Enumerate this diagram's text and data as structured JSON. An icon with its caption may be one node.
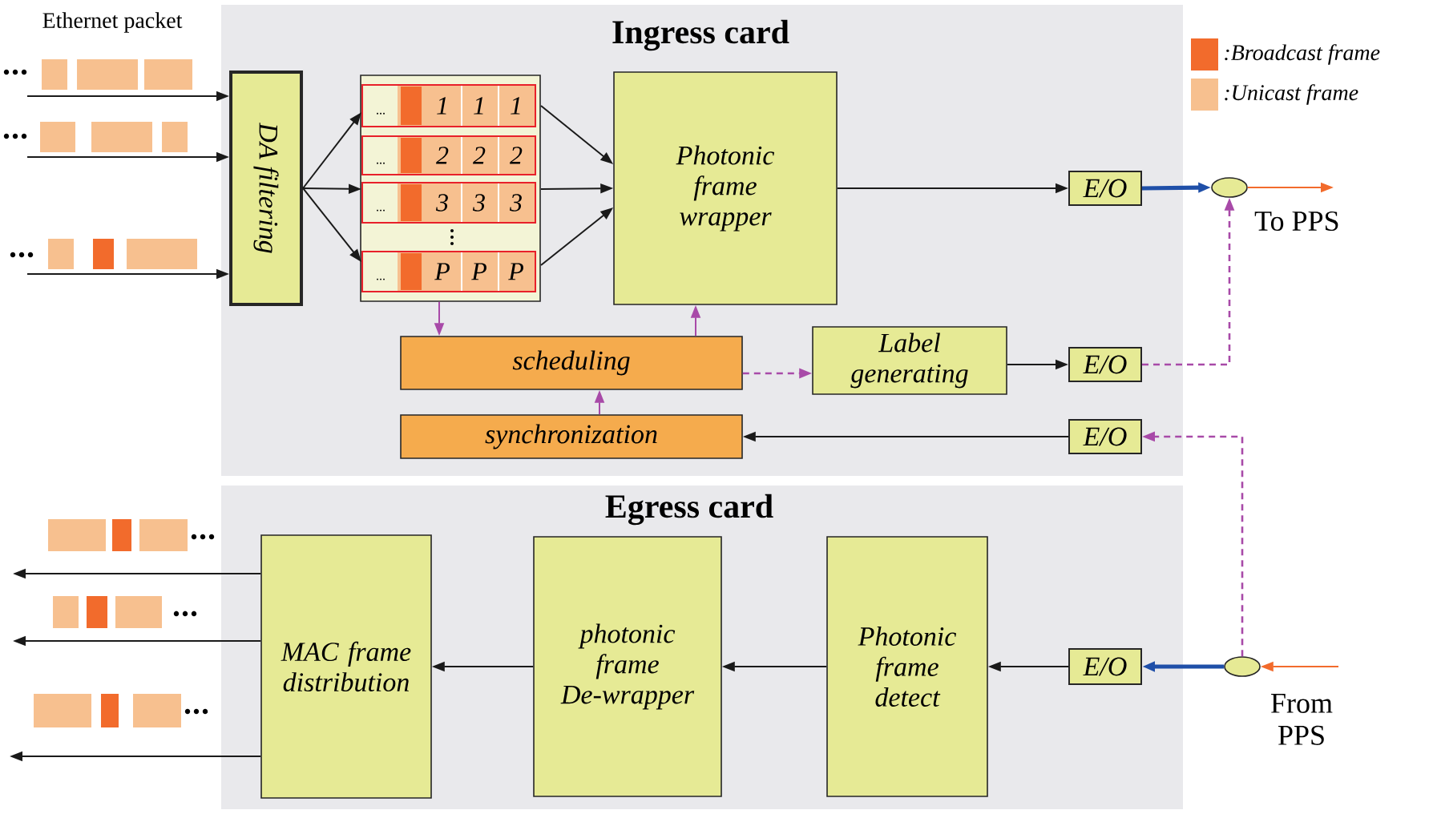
{
  "diagram": {
    "nodes": [
      {
        "text": [
          "Ingress card"
        ]
      },
      {
        "text": [
          "DA filtering"
        ],
        "in": 0
      },
      {
        "text": [],
        "shape": "box",
        "in": 0
      },
      {
        "text": [
          "...",
          "1",
          "1",
          "1"
        ],
        "in": 2
      },
      {
        "text": [
          "...",
          "2",
          "2",
          "2"
        ],
        "in": 2
      },
      {
        "text": [
          "...",
          "3",
          "3",
          "3"
        ],
        "in": 2
      },
      {
        "text": [
          "...",
          "P",
          "P",
          "P"
        ],
        "in": 2
      },
      {
        "text": [
          "Photonic frame wrapper"
        ],
        "in": 0
      },
      {
        "text": [
          "scheduling"
        ],
        "in": 0
      },
      {
        "text": [
          "synchronization"
        ],
        "in": 0
      },
      {
        "text": [
          "Label generating"
        ],
        "in": 0
      },
      {
        "text": [
          "E/O"
        ],
        "in": 0
      },
      {
        "text": [
          "E/O"
        ],
        "in": 0
      },
      {
        "text": [
          "E/O"
        ],
        "in": 0
      },
      {
        "text": [],
        "shape": "circle",
        "beside": [
          "To PPS"
        ]
      },
      {
        "text": [
          "Egress card"
        ]
      },
      {
        "text": [
          "MAC frame distribution"
        ],
        "in": 15
      },
      {
        "text": [
          "photonic frame De-wrapper"
        ],
        "in": 15
      },
      {
        "text": [
          "Photonic frame detect"
        ],
        "in": 15
      },
      {
        "text": [
          "E/O"
        ],
        "in": 15
      },
      {
        "text": [],
        "shape": "circle",
        "beside": [
          "From PPS"
        ]
      }
    ],
    "edges": [
      {
        "from": null,
        "to": 1,
        "arrow": "to"
      },
      {
        "from": null,
        "to": 1,
        "arrow": "to"
      },
      {
        "from": null,
        "to": 1,
        "arrow": "to"
      },
      {
        "from": 1,
        "to": 3,
        "arrow": "to"
      },
      {
        "from": 1,
        "to": 5,
        "arrow": "to"
      },
      {
        "from": 1,
        "to": 6,
        "arrow": "to"
      },
      {
        "from": 3,
        "to": 7,
        "arrow": "to"
      },
      {
        "from": 5,
        "to": 7,
        "arrow": "to"
      },
      {
        "from": 6,
        "to": 7,
        "arrow": "to"
      },
      {
        "from": 2,
        "to": 8,
        "arrow": "to",
        "color": "#a84aa8"
      },
      {
        "from": 8,
        "to": 7,
        "arrow": "to",
        "color": "#a84aa8"
      },
      {
        "from": 9,
        "to": 8,
        "arrow": "to",
        "color": "#a84aa8"
      },
      {
        "from": 8,
        "to": 10,
        "arrow": "to",
        "style": "dashed",
        "color": "#a84aa8"
      },
      {
        "from": 10,
        "to": 12,
        "arrow": "to"
      },
      {
        "from": 7,
        "to": 11,
        "arrow": "to"
      },
      {
        "from": 11,
        "to": 14,
        "arrow": "to",
        "style": "thick",
        "color": "#1f4fa8"
      },
      {
        "from": 14,
        "to": null,
        "arrow": "to",
        "color": "#f26b2c"
      },
      {
        "from": 12,
        "to": 14,
        "arrow": "to",
        "style": "dashed",
        "color": "#a84aa8"
      },
      {
        "from": 20,
        "to": 13,
        "arrow": "to",
        "style": "dashed",
        "color": "#a84aa8"
      },
      {
        "from": 13,
        "to": 9,
        "arrow": "to"
      },
      {
        "from": null,
        "to": 20,
        "arrow": "to",
        "color": "#f26b2c"
      },
      {
        "from": 20,
        "to": 19,
        "arrow": "to",
        "style": "thick",
        "color": "#1f4fa8"
      },
      {
        "from": 19,
        "to": 18,
        "arrow": "to"
      },
      {
        "from": 18,
        "to": 17,
        "arrow": "to"
      },
      {
        "from": 17,
        "to": 16,
        "arrow": "to"
      },
      {
        "from": 16,
        "to": null,
        "arrow": "to"
      },
      {
        "from": 16,
        "to": null,
        "arrow": "to"
      },
      {
        "from": 16,
        "to": null,
        "arrow": "to"
      }
    ],
    "labels": [
      "Ethernet packet"
    ],
    "legend": [
      {
        "text": ":Broadcast frame",
        "color": "#f26b2c"
      },
      {
        "text": ":Unicast frame",
        "color": "#f7c08f"
      }
    ]
  }
}
